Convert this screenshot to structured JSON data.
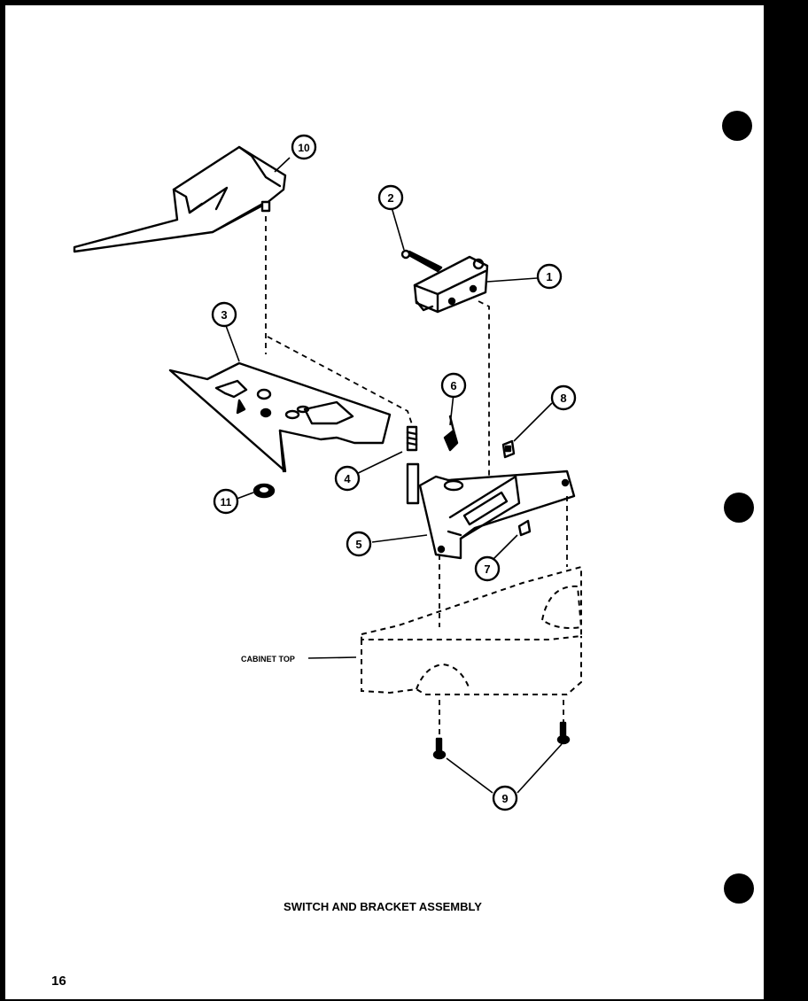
{
  "diagram": {
    "title": "SWITCH AND BRACKET ASSEMBLY",
    "page_number": "16",
    "cabinet_label": "CABINET TOP",
    "callouts": [
      "1",
      "2",
      "3",
      "4",
      "5",
      "6",
      "7",
      "8",
      "9",
      "10",
      "11"
    ]
  },
  "colors": {
    "background": "#000000",
    "paper": "#ffffff",
    "ink": "#000000"
  }
}
